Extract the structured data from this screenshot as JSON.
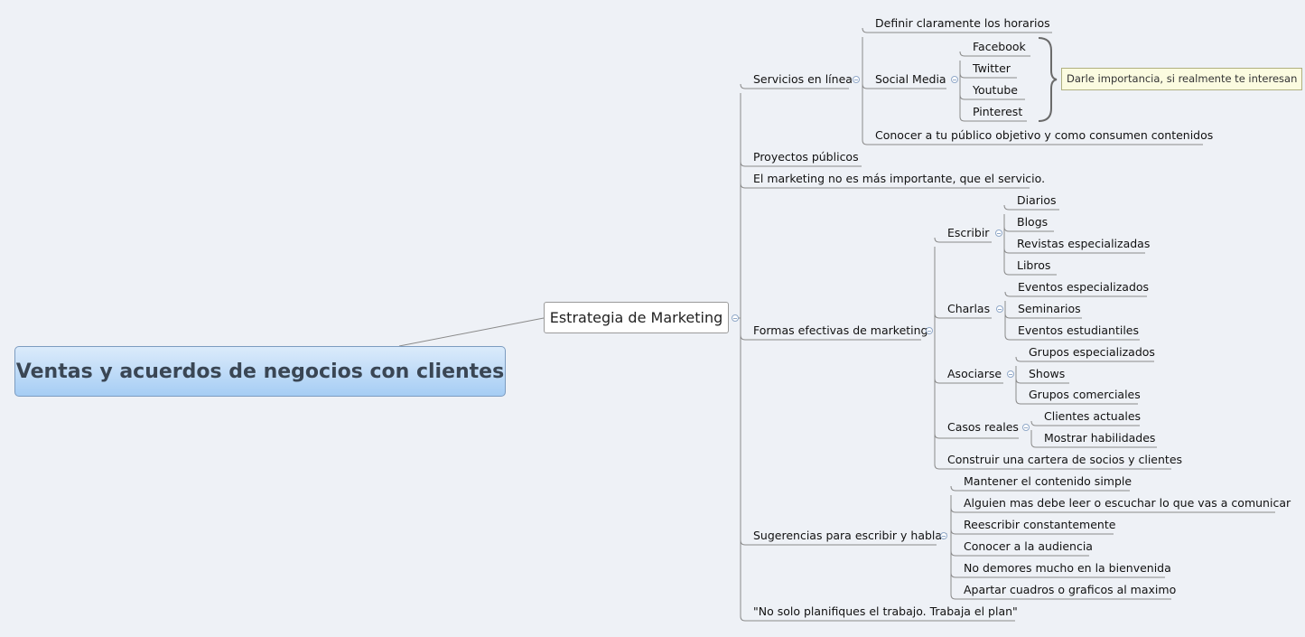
{
  "root": "Ventas y acuerdos de negocios con clientes",
  "main": "Estrategia de Marketing",
  "callout": "Darle importancia, si realmente te interesan",
  "n": {
    "servicios": "Servicios en línea",
    "definir": "Definir claramente los horarios",
    "social": "Social Media",
    "facebook": "Facebook",
    "twitter": "Twitter",
    "youtube": "Youtube",
    "pinterest": "Pinterest",
    "conocer_publico": "Conocer a tu público objetivo y como consumen contenidos",
    "proyectos": "Proyectos públicos",
    "marketing_no": "El marketing no es más importante, que el servicio.",
    "formas": "Formas efectivas de marketing",
    "escribir": "Escribir",
    "diarios": "Diarios",
    "blogs": "Blogs",
    "revistas": "Revistas especializadas",
    "libros": "Libros",
    "charlas": "Charlas",
    "eventos_esp": "Eventos especializados",
    "seminarios": "Seminarios",
    "eventos_est": "Eventos estudiantiles",
    "asociarse": "Asociarse",
    "grupos_esp": "Grupos especializados",
    "shows": "Shows",
    "grupos_com": "Grupos comerciales",
    "casos": "Casos reales",
    "clientes_act": "Clientes actuales",
    "mostrar": "Mostrar habilidades",
    "construir": "Construir una cartera de socios y clientes",
    "sugerencias": "Sugerencias para escribir y hablar",
    "mantener": "Mantener el contenido simple",
    "alguien": "Alguien mas debe leer o escuchar lo que vas a comunicar",
    "reescribir": "Reescribir constantemente",
    "conocer_aud": "Conocer a la audiencia",
    "no_demores": "No demores mucho en la bienvenida",
    "apartar": "Apartar cuadros o graficos al maximo",
    "no_solo": "\"No solo planifiques el trabajo. Trabaja el plan\""
  }
}
